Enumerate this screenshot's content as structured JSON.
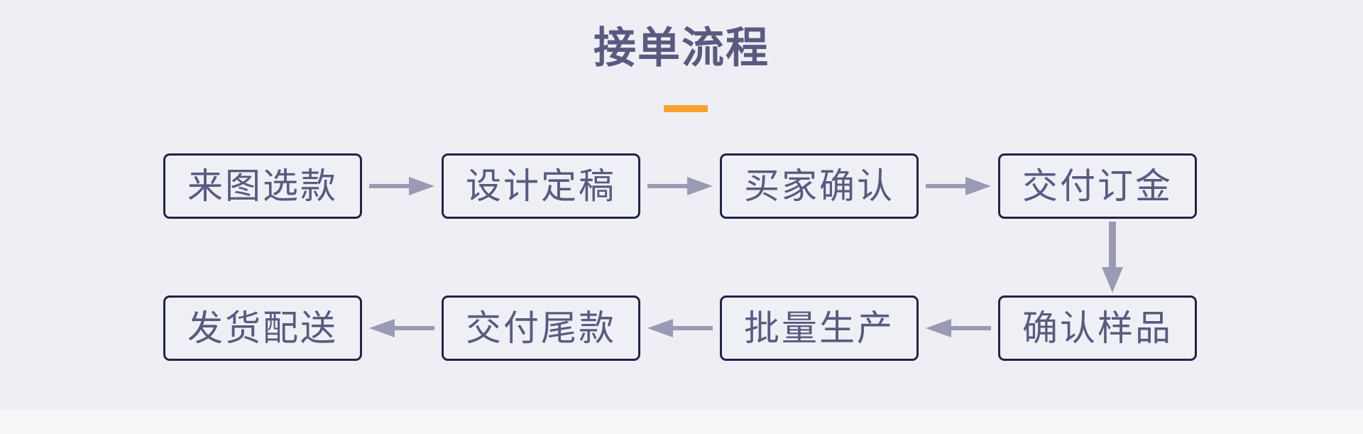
{
  "page": {
    "title": "接单流程",
    "background_color": "#eeeef4",
    "footer_color": "#f5f6f8",
    "title_color": "#5a5a80",
    "accent_color": "#f9a12e",
    "node_border_color": "#23234a",
    "node_fill_color": "#eff0f5",
    "arrow_color": "#9a9ab4"
  },
  "flow": {
    "rows": [
      {
        "direction": "left-to-right",
        "nodes": [
          {
            "label": "来图选款",
            "step": 1
          },
          {
            "label": "设计定稿",
            "step": 2
          },
          {
            "label": "买家确认",
            "step": 3
          },
          {
            "label": "交付订金",
            "step": 4
          }
        ],
        "connector_icon": "arrow-right-icon"
      },
      {
        "direction": "right-to-left",
        "nodes": [
          {
            "label": "发货配送",
            "step": 8
          },
          {
            "label": "交付尾款",
            "step": 7
          },
          {
            "label": "批量生产",
            "step": 6
          },
          {
            "label": "确认样品",
            "step": 5
          }
        ],
        "connector_icon": "arrow-left-icon"
      }
    ],
    "vertical_connector": {
      "icon": "arrow-down-icon",
      "from": "交付订金",
      "to": "确认样品"
    },
    "sequence": [
      "来图选款",
      "设计定稿",
      "买家确认",
      "交付订金",
      "确认样品",
      "批量生产",
      "交付尾款",
      "发货配送"
    ]
  }
}
